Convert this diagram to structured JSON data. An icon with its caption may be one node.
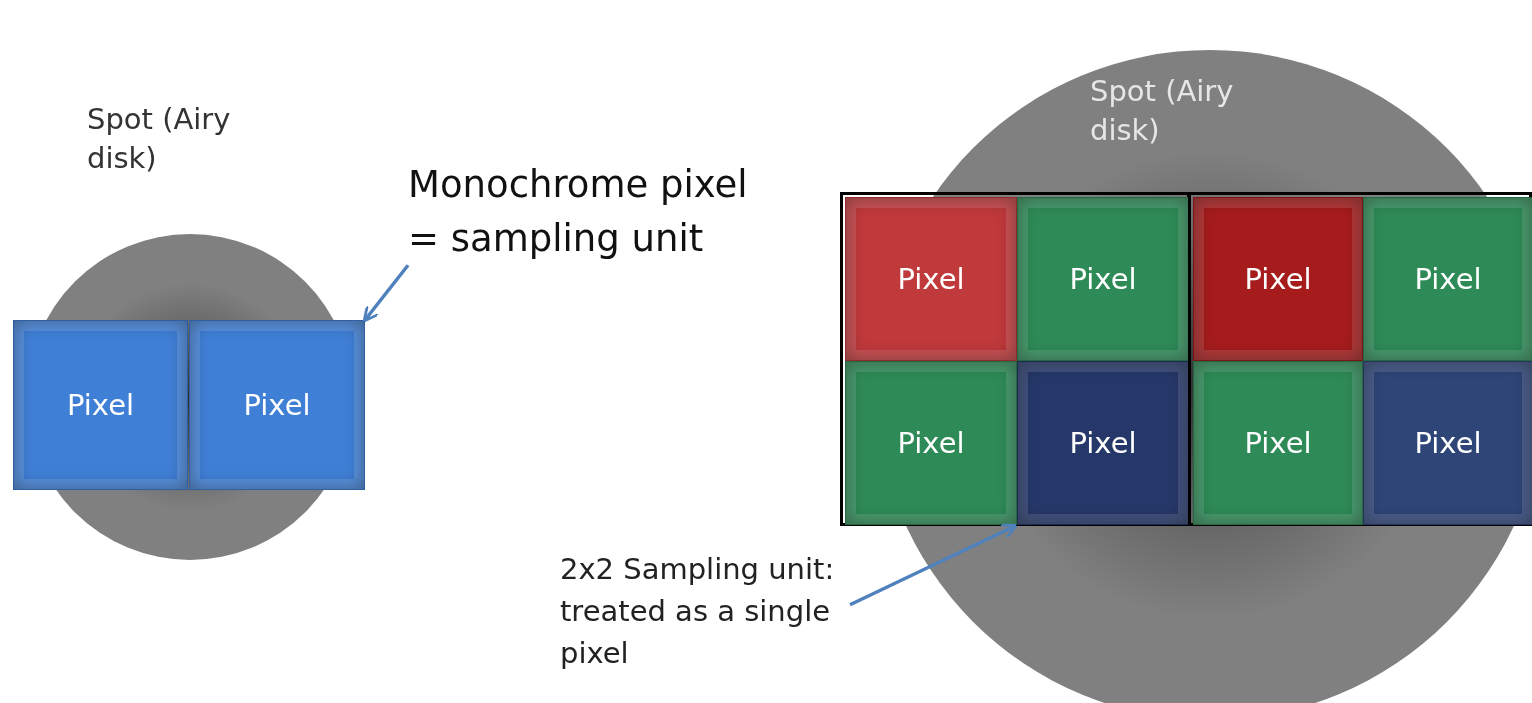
{
  "diagram": {
    "nodes": [
      {
        "text": [
          "Spot (Airy disk)"
        ]
      },
      {
        "text": [
          "Pixel"
        ]
      },
      {
        "text": [
          "Pixel"
        ]
      },
      {
        "text": [
          "Monochrome pixel = sampling unit"
        ]
      },
      {
        "text": [
          "Spot (Airy disk)"
        ]
      },
      {
        "text": [],
        "shape": "box"
      },
      {
        "text": [
          "Pixel"
        ],
        "in": 5
      },
      {
        "text": [
          "Pixel"
        ],
        "in": 5
      },
      {
        "text": [
          "Pixel"
        ],
        "in": 5
      },
      {
        "text": [
          "Pixel"
        ],
        "in": 5
      },
      {
        "text": [],
        "shape": "box"
      },
      {
        "text": [
          "Pixel"
        ],
        "in": 10
      },
      {
        "text": [
          "Pixel"
        ],
        "in": 10
      },
      {
        "text": [
          "Pixel"
        ],
        "in": 10
      },
      {
        "text": [
          "Pixel"
        ],
        "in": 10
      },
      {
        "text": [
          "2x2 Sampling unit: treated as a single pixel"
        ]
      }
    ],
    "edges": [
      {
        "from": 3,
        "to": 2,
        "arrow": "to"
      },
      {
        "from": 15,
        "to": 5,
        "arrow": "to"
      }
    ]
  }
}
